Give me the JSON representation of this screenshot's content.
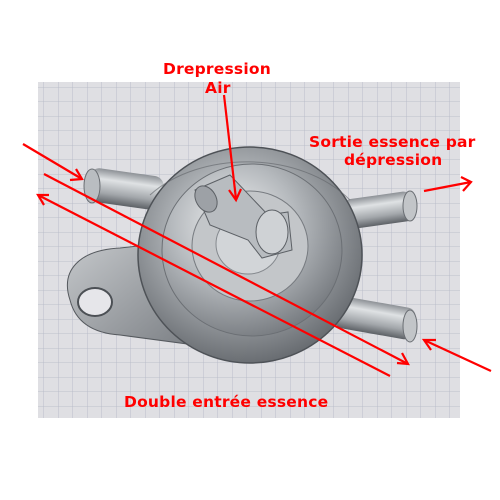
{
  "labels": {
    "depression_line1": "Drepression",
    "depression_line2": "Air",
    "sortie_line1": "Sortie essence par",
    "sortie_line2": "dépression",
    "double_entree": "Double entrée essence"
  },
  "colors": {
    "annotation": "#ff0000",
    "grid_paper": "#d6d6da",
    "grid_line": "#9ea3b4",
    "metal": "#a9adb1"
  },
  "icons": {
    "pump": "fuel-vacuum-pump-photo",
    "arrows": "red-arrow"
  }
}
